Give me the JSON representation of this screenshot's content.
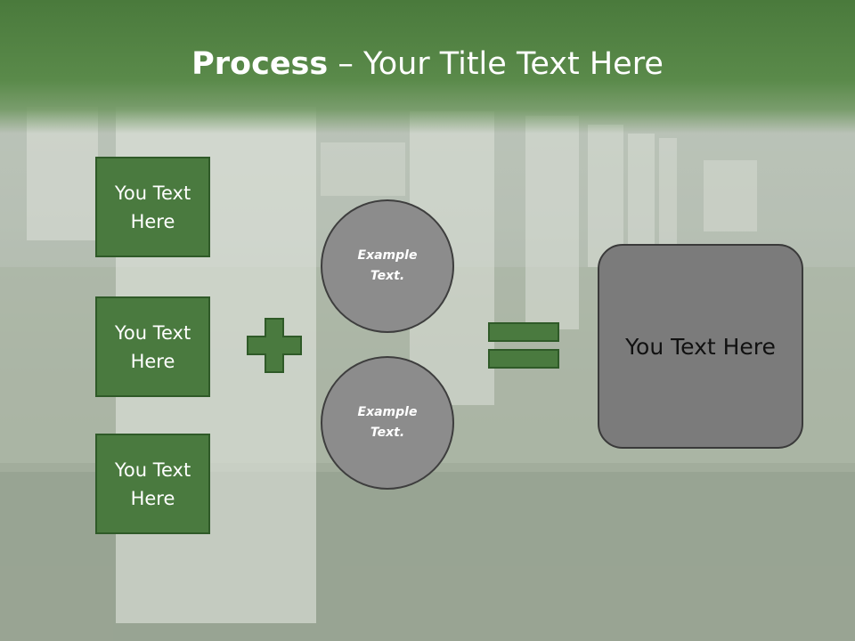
{
  "slide": {
    "title_bold": "Process",
    "title_rest": " – Your Title Text Here",
    "left_boxes": [
      {
        "label": "You Text Here"
      },
      {
        "label": "You Text Here"
      },
      {
        "label": "You Text Here"
      }
    ],
    "circles": [
      {
        "label": "Example Text."
      },
      {
        "label": "Example Text."
      }
    ],
    "result": {
      "label": "You Text Here"
    }
  },
  "colors": {
    "header_green": "#4a7a3c",
    "box_green": "#4a7a3f",
    "circle_gray": "#8c8c8c",
    "result_gray": "#7b7b7b"
  },
  "icons": [
    "plus-icon",
    "equals-icon"
  ]
}
